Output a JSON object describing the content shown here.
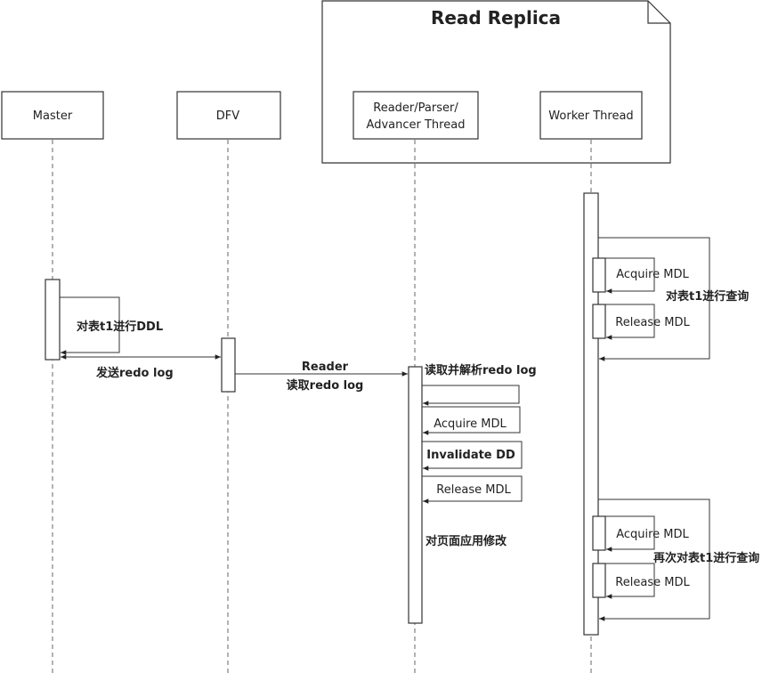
{
  "frame": {
    "title": "Read Replica"
  },
  "participants": {
    "master": "Master",
    "dfv": "DFV",
    "reader_line1": "Reader/Parser/",
    "reader_line2": "Advancer Thread",
    "worker": "Worker Thread"
  },
  "messages": {
    "ddl": "对表t1进行DDL",
    "send_redo": "发送redo log",
    "reader_line1": "Reader",
    "reader_line2": "读取redo log",
    "read_parse": "读取并解析redo log",
    "reader_acquire": "Acquire MDL",
    "invalidate": "Invalidate DD",
    "reader_release": "Release MDL",
    "apply": "对页面应用修改",
    "worker_acquire_1": "Acquire MDL",
    "worker_release_1": "Release MDL",
    "query_1": "对表t1进行查询",
    "worker_acquire_2": "Acquire MDL",
    "worker_release_2": "Release MDL",
    "query_2": "再次对表t1进行查询"
  }
}
